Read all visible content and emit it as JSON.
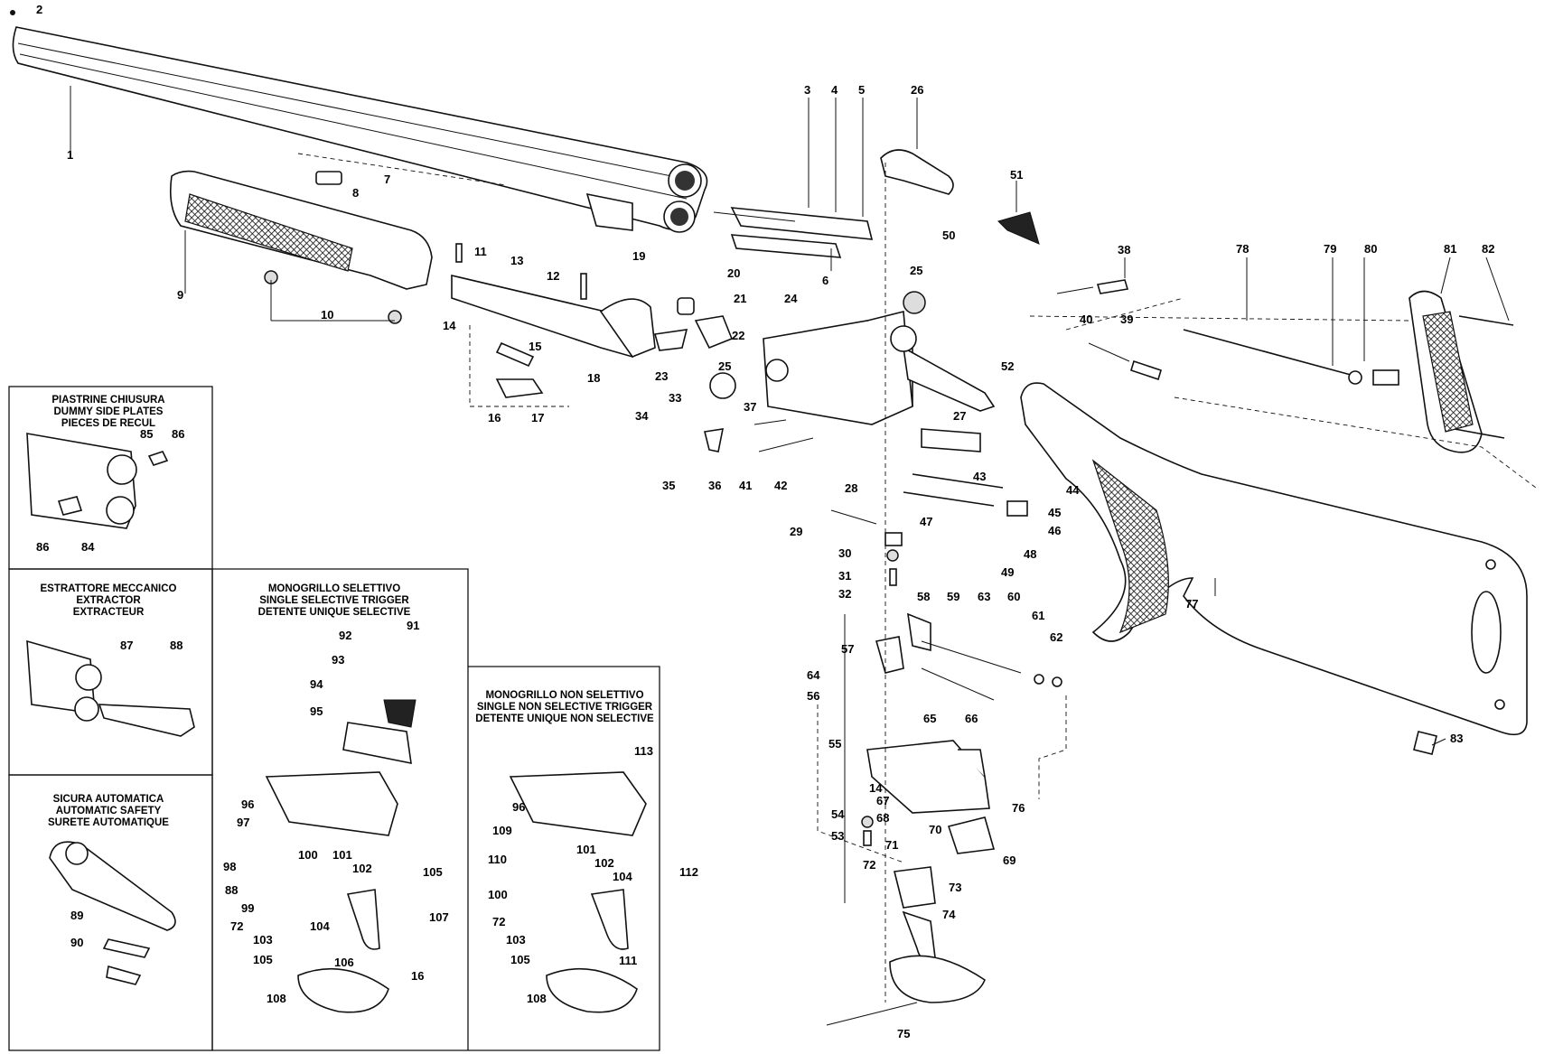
{
  "callouts": {
    "c1": "1",
    "c2": "2",
    "c3": "3",
    "c4": "4",
    "c5": "5",
    "c6": "6",
    "c7": "7",
    "c8": "8",
    "c9": "9",
    "c10": "10",
    "c11": "11",
    "c12": "12",
    "c13": "13",
    "c14": "14",
    "c15": "15",
    "c16": "16",
    "c17": "17",
    "c18": "18",
    "c19": "19",
    "c20": "20",
    "c21": "21",
    "c22": "22",
    "c23": "23",
    "c24": "24",
    "c25a": "25",
    "c25b": "25",
    "c26": "26",
    "c27": "27",
    "c28": "28",
    "c29": "29",
    "c30": "30",
    "c31": "31",
    "c32": "32",
    "c33": "33",
    "c34": "34",
    "c35": "35",
    "c36": "36",
    "c37": "37",
    "c38": "38",
    "c39": "39",
    "c40": "40",
    "c41": "41",
    "c42": "42",
    "c43": "43",
    "c44": "44",
    "c45": "45",
    "c46": "46",
    "c47": "47",
    "c48": "48",
    "c49": "49",
    "c50": "50",
    "c51": "51",
    "c52": "52",
    "c53": "53",
    "c54": "54",
    "c55": "55",
    "c56": "56",
    "c57": "57",
    "c58": "58",
    "c59": "59",
    "c60": "60",
    "c61": "61",
    "c62": "62",
    "c63": "63",
    "c64": "64",
    "c65": "65",
    "c66": "66",
    "c67": "67",
    "c68": "68",
    "c69": "69",
    "c70": "70",
    "c71": "71",
    "c72": "72",
    "c73": "73",
    "c74": "74",
    "c75": "75",
    "c76": "76",
    "c77": "77",
    "c78": "78",
    "c79": "79",
    "c80": "80",
    "c81": "81",
    "c82": "82",
    "c83": "83",
    "c14b": "14",
    "b84": "84",
    "b85": "85",
    "b86a": "86",
    "b86b": "86",
    "b87": "87",
    "b88": "88",
    "b89": "89",
    "b90": "90",
    "s91": "91",
    "s92": "92",
    "s93": "93",
    "s94": "94",
    "s95": "95",
    "s96": "96",
    "s97": "97",
    "s98": "98",
    "s88": "88",
    "s99": "99",
    "s100": "100",
    "s101": "101",
    "s102": "102",
    "s103": "103",
    "s104": "104",
    "s105a": "105",
    "s105b": "105",
    "s106": "106",
    "s107": "107",
    "s16": "16",
    "s72": "72",
    "s108": "108",
    "n113": "113",
    "n96": "96",
    "n109": "109",
    "n110": "110",
    "n100": "100",
    "n101": "101",
    "n102": "102",
    "n104": "104",
    "n112": "112",
    "n72": "72",
    "n103": "103",
    "n105": "105",
    "n111": "111",
    "n108": "108"
  },
  "boxes": {
    "side_plates": {
      "title_it": "PIASTRINE  CHIUSURA",
      "title_en": "DUMMY SIDE PLATES",
      "title_fr": "PIECES DE RECUL"
    },
    "extractor": {
      "title_it": "ESTRATTORE  MECCANICO",
      "title_en": "EXTRACTOR",
      "title_fr": "EXTRACTEUR"
    },
    "safety": {
      "title_it": "SICURA  AUTOMATICA",
      "title_en": "AUTOMATIC SAFETY",
      "title_fr": "SURETE AUTOMATIQUE"
    },
    "selective": {
      "title_it": "MONOGRILLO  SELETTIVO",
      "title_en": "SINGLE SELECTIVE TRIGGER",
      "title_fr": "DETENTE UNIQUE SELECTIVE"
    },
    "nonselective": {
      "title_it": "MONOGRILLO  NON SELETTIVO",
      "title_en": "SINGLE NON SELECTIVE TRIGGER",
      "title_fr": "DETENTE UNIQUE NON SELECTIVE"
    }
  },
  "colors": {
    "ink": "#111111",
    "paper": "#ffffff"
  }
}
